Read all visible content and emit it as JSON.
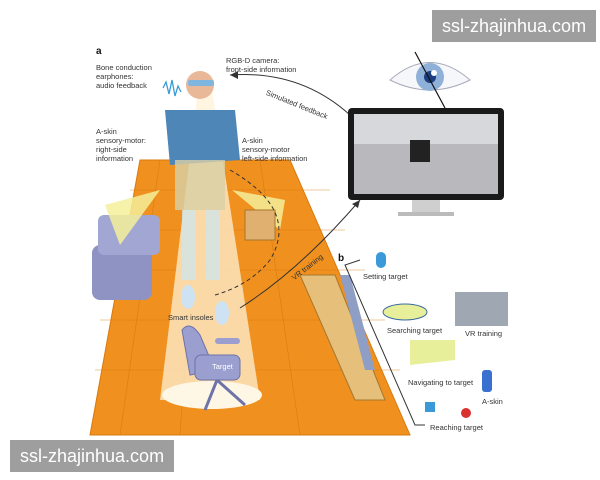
{
  "watermarks": {
    "top_right": "ssl-zhajinhua.com",
    "bottom_left": "ssl-zhajinhua.com"
  },
  "panel_a": {
    "letter": "a",
    "labels": {
      "earphones": "Bone conduction\nearphones:\naudio feedback",
      "camera": "RGB-D camera:\nfront-side information",
      "simulated_feedback": "Simulated feedback",
      "askin_right": "A-skin\nsensory-motor:\nright-side\ninformation",
      "askin_left": "A-skin\nsensory-motor\nleft-side information",
      "vr_training": "VR training",
      "smart_insoles": "Smart insoles",
      "target": "Target"
    }
  },
  "panel_b": {
    "letter": "b",
    "steps": [
      {
        "label": "Setting target",
        "icon": "microphone-icon"
      },
      {
        "label": "Searching target",
        "icon": "search-field-icon"
      },
      {
        "label": "Navigating to target",
        "icon": "navigation-icon"
      },
      {
        "label": "Reaching target",
        "icon": "hand-reach-icon"
      }
    ],
    "side_labels": {
      "vr_training": "VR training",
      "askin": "A-skin"
    }
  },
  "colors": {
    "floor": "#f0901e",
    "floor_edge": "#d77a10",
    "sofa": "#8f93c4",
    "chair": "#9a9fd0",
    "shirt": "#4f86b8",
    "beam": "#fff2d6",
    "yellow_cone": "#f5f09a",
    "monitor": "#1a1a1a",
    "accent_blue": "#3a9ad9",
    "watermark_bg": "#9e9e9e"
  }
}
